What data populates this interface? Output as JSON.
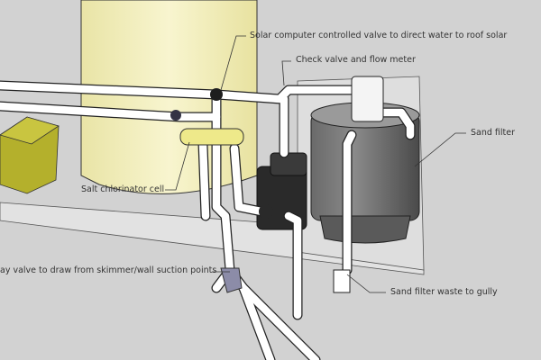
{
  "labels": {
    "solar_valve": "Solar computer controlled valve to direct water to roof solar",
    "check_valve": "Check valve and flow meter",
    "sand_filter": "Sand filter",
    "salt_cell": "Salt chlorinator cell",
    "suction_valve": "ay valve to draw from skimmer/wall suction points",
    "filter_waste": "Sand filter waste to gully"
  },
  "colors": {
    "background": "#d2d2d2",
    "tank": "#f3efbd",
    "box": "#b4b02c",
    "filter": "#5a5a5a",
    "pipe": "#ffffff",
    "suction_valve": "#8c8ca8"
  }
}
